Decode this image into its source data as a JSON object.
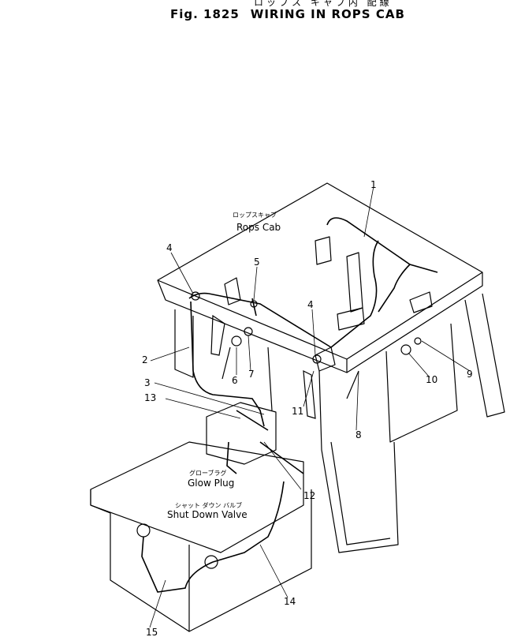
{
  "header": {
    "title_jp": "ロップス キャブ内 配線",
    "fig_number": "Fig. 1825",
    "title": "WIRING IN ROPS CAB"
  },
  "labels": {
    "rops_cab_jp": "ロップスキャブ",
    "rops_cab": "Rops Cab",
    "glow_plug_jp": "グローブラグ",
    "glow_plug": "Glow Plug",
    "shut_down_jp": "シャット ダウン バルブ",
    "shut_down": "Shut Down Valve"
  },
  "callouts": [
    "1",
    "2",
    "3",
    "4",
    "4",
    "5",
    "6",
    "7",
    "8",
    "9",
    "10",
    "11",
    "12",
    "13",
    "14",
    "15"
  ]
}
